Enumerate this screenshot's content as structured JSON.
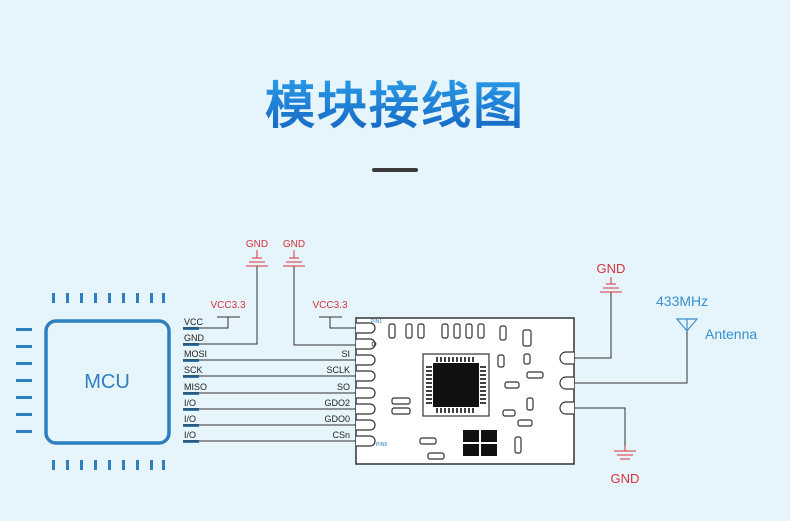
{
  "title": "模块接线图",
  "colors": {
    "title_blue": "#1a73c8",
    "mcu_blue": "#2d7fbf",
    "gnd_red": "#d8333c",
    "antenna_blue": "#3a8fd0",
    "board_stroke": "#333333",
    "chip_fill": "#111111"
  },
  "mcu": {
    "label": "MCU"
  },
  "mcu_pins": [
    "VCC",
    "GND",
    "MOSI",
    "SCK",
    "MISO",
    "I/O",
    "I/O",
    "I/O"
  ],
  "module_pins": [
    "SI",
    "SCLK",
    "SO",
    "GDO2",
    "GDO0",
    "CSn"
  ],
  "pin_markers": {
    "first": "PIN1",
    "last": "PIN8"
  },
  "power": {
    "vcc_mcu": "VCC3.3",
    "vcc_module": "VCC3.3",
    "gnd_mcu_left": "GND",
    "gnd_mcu_right": "GND"
  },
  "right_side": {
    "gnd_top": "GND",
    "gnd_bottom": "GND",
    "frequency": "433MHz",
    "antenna": "Antenna"
  }
}
